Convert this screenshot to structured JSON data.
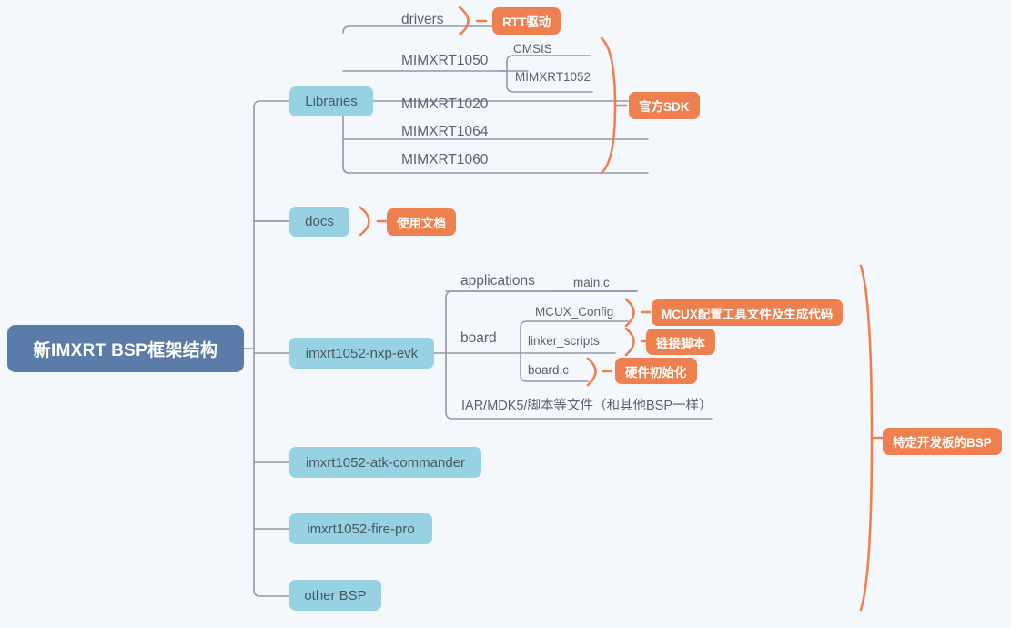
{
  "diagram": {
    "title": "新IMXRT BSP框架结构",
    "background_color": "#f4f8fc",
    "colors": {
      "root": "#5b7ba8",
      "branch": "#97d2e2",
      "annotation": "#ee8050",
      "line": "#8d9aa8",
      "text": "#59636e"
    },
    "root": {
      "label": "新IMXRT BSP框架结构"
    },
    "branches": [
      {
        "id": "libraries",
        "label": "Libraries",
        "children": [
          {
            "id": "drivers",
            "label": "drivers",
            "annotation": "RTT驱动"
          },
          {
            "id": "mimxrt1050",
            "label": "MIMXRT1050",
            "children": [
              {
                "id": "cmsis",
                "label": "CMSIS"
              },
              {
                "id": "mimxrt1052",
                "label": "MIMXRT1052"
              }
            ]
          },
          {
            "id": "mimxrt1020",
            "label": "MIMXRT1020"
          },
          {
            "id": "mimxrt1064",
            "label": "MIMXRT1064"
          },
          {
            "id": "mimxrt1060",
            "label": "MIMXRT1060"
          }
        ],
        "group_annotation": "官方SDK"
      },
      {
        "id": "docs",
        "label": "docs",
        "annotation": "使用文档"
      },
      {
        "id": "imxrt1052-nxp-evk",
        "label": "imxrt1052-nxp-evk",
        "children": [
          {
            "id": "applications",
            "label": "applications",
            "children": [
              {
                "id": "mainc",
                "label": "main.c"
              }
            ]
          },
          {
            "id": "board",
            "label": "board",
            "children": [
              {
                "id": "mcux-config",
                "label": "MCUX_Config",
                "annotation": "MCUX配置工具文件及生成代码"
              },
              {
                "id": "linker-scripts",
                "label": "linker_scripts",
                "annotation": "链接脚本"
              },
              {
                "id": "boardc",
                "label": "board.c",
                "annotation": "硬件初始化"
              }
            ]
          },
          {
            "id": "iar-mdk5",
            "label": "IAR/MDK5/脚本等文件（和其他BSP一样）"
          }
        ]
      },
      {
        "id": "imxrt1052-atk-commander",
        "label": "imxrt1052-atk-commander"
      },
      {
        "id": "imxrt1052-fire-pro",
        "label": "imxrt1052-fire-pro"
      },
      {
        "id": "other-bsp",
        "label": "other BSP"
      }
    ],
    "group_annotations": [
      {
        "id": "official-sdk",
        "label": "官方SDK"
      },
      {
        "id": "board-bsp",
        "label": "特定开发板的BSP"
      }
    ]
  }
}
